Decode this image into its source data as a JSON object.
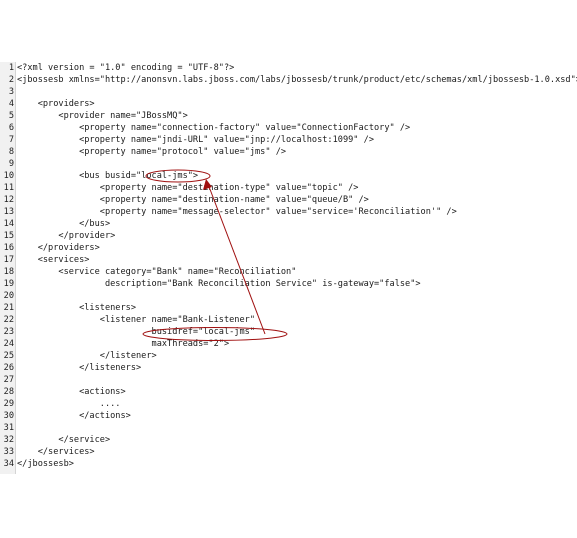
{
  "code_lines": [
    "<?xml version = \"1.0\" encoding = \"UTF-8\"?>",
    "<jbossesb xmlns=\"http://anonsvn.labs.jboss.com/labs/jbossesb/trunk/product/etc/schemas/xml/jbossesb-1.0.xsd\">",
    "",
    "    <providers>",
    "        <provider name=\"JBossMQ\">",
    "            <property name=\"connection-factory\" value=\"ConnectionFactory\" />",
    "            <property name=\"jndi-URL\" value=\"jnp://localhost:1099\" />",
    "            <property name=\"protocol\" value=\"jms\" />",
    "",
    "            <bus busid=\"local-jms\">",
    "                <property name=\"destination-type\" value=\"topic\" />",
    "                <property name=\"destination-name\" value=\"queue/B\" />",
    "                <property name=\"message-selector\" value=\"service='Reconciliation'\" />",
    "            </bus>",
    "        </provider>",
    "    </providers>",
    "    <services>",
    "        <service category=\"Bank\" name=\"Reconciliation\"",
    "                 description=\"Bank Reconciliation Service\" is-gateway=\"false\">",
    "",
    "            <listeners>",
    "                <listener name=\"Bank-Listener\"",
    "                          busidref=\"local-jms\"",
    "                          maxThreads=\"2\">",
    "                </listener>",
    "            </listeners>",
    "",
    "            <actions>",
    "                ....",
    "            </actions>",
    "",
    "        </service>",
    "    </services>",
    "</jbossesb>"
  ],
  "annotation": {
    "color": "#a01010"
  }
}
